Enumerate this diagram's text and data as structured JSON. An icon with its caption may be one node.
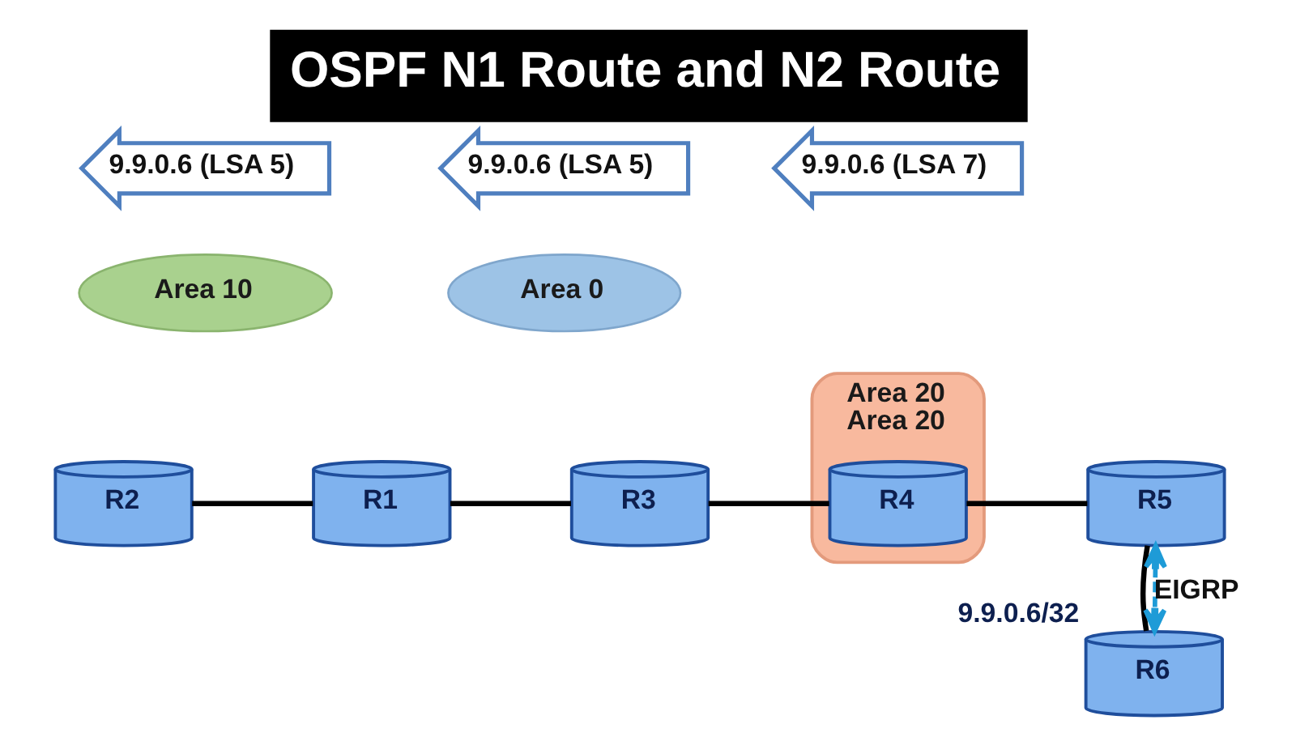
{
  "diagram": {
    "title": "OSPF N1 Route and N2 Route",
    "nodes": [
      {
        "text": [
          "9.9.0.6 (LSA 5)"
        ]
      },
      {
        "text": [
          "9.9.0.6 (LSA 5)"
        ]
      },
      {
        "text": [
          "9.9.0.6 (LSA 7)"
        ]
      },
      {
        "text": [
          "R2"
        ]
      },
      {
        "text": [
          "Area 10"
        ]
      },
      {
        "text": [
          "R1"
        ]
      },
      {
        "text": [
          "Area 0"
        ]
      },
      {
        "text": [
          "R3"
        ]
      },
      {
        "text": [
          "Area 20",
          "Area 20"
        ]
      },
      {
        "text": [
          "R4"
        ],
        "in": 8
      },
      {
        "text": [
          "R5"
        ]
      },
      {
        "text": [
          "R6"
        ],
        "beside": [
          "9.9.0.6/32"
        ]
      }
    ],
    "edges": [
      {
        "from": 3,
        "to": 5,
        "arrow": "none"
      },
      {
        "from": 5,
        "to": 7,
        "arrow": "none"
      },
      {
        "from": 7,
        "to": 9,
        "arrow": "none"
      },
      {
        "from": 9,
        "to": 10,
        "arrow": "none"
      },
      {
        "from": 10,
        "to": 11,
        "arrow": "none"
      },
      {
        "from": 10,
        "to": 11,
        "arrow": "both",
        "label": "EIGRP",
        "style": "dashed",
        "color": "#1e9bd7"
      }
    ]
  }
}
